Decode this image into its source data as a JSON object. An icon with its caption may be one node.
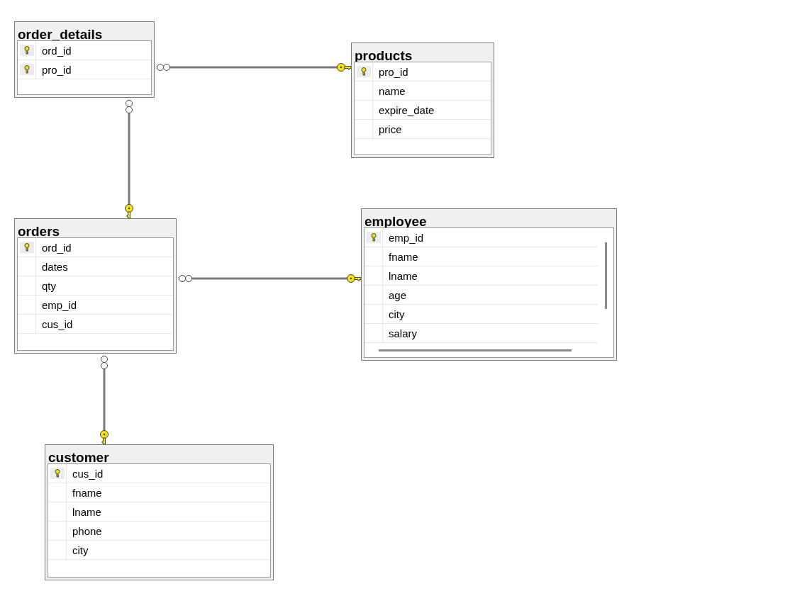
{
  "diagram": {
    "nodes": [
      {
        "text": [
          "order_details"
        ]
      },
      {
        "text": [
          "ord_id"
        ],
        "in": 0
      },
      {
        "text": [
          "pro_id"
        ],
        "in": 0
      },
      {
        "text": [
          "products"
        ]
      },
      {
        "text": [
          "pro_id"
        ],
        "in": 3
      },
      {
        "text": [
          "name"
        ],
        "in": 3
      },
      {
        "text": [
          "expire_date"
        ],
        "in": 3
      },
      {
        "text": [
          "price"
        ],
        "in": 3
      },
      {
        "text": [
          "orders"
        ]
      },
      {
        "text": [
          "ord_id"
        ],
        "in": 8
      },
      {
        "text": [
          "dates"
        ],
        "in": 8
      },
      {
        "text": [
          "qty"
        ],
        "in": 8
      },
      {
        "text": [
          "emp_id"
        ],
        "in": 8
      },
      {
        "text": [
          "cus_id"
        ],
        "in": 8
      },
      {
        "text": [
          "employee"
        ]
      },
      {
        "text": [
          "emp_id"
        ],
        "in": 14
      },
      {
        "text": [
          "fname"
        ],
        "in": 14
      },
      {
        "text": [
          "lname"
        ],
        "in": 14
      },
      {
        "text": [
          "age"
        ],
        "in": 14
      },
      {
        "text": [
          "city"
        ],
        "in": 14
      },
      {
        "text": [
          "salary"
        ],
        "in": 14
      },
      {
        "text": [
          "customer"
        ]
      },
      {
        "text": [
          "cus_id"
        ],
        "in": 21
      },
      {
        "text": [
          "fname"
        ],
        "in": 21
      },
      {
        "text": [
          "lname"
        ],
        "in": 21
      },
      {
        "text": [
          "phone"
        ],
        "in": 21
      },
      {
        "text": [
          "city"
        ],
        "in": 21
      }
    ],
    "edges": [
      {
        "from": 0,
        "to": 3,
        "arrow": "other"
      },
      {
        "from": 0,
        "to": 8,
        "arrow": "other"
      },
      {
        "from": 8,
        "to": 14,
        "arrow": "other"
      },
      {
        "from": 8,
        "to": 21,
        "arrow": "other"
      }
    ]
  }
}
